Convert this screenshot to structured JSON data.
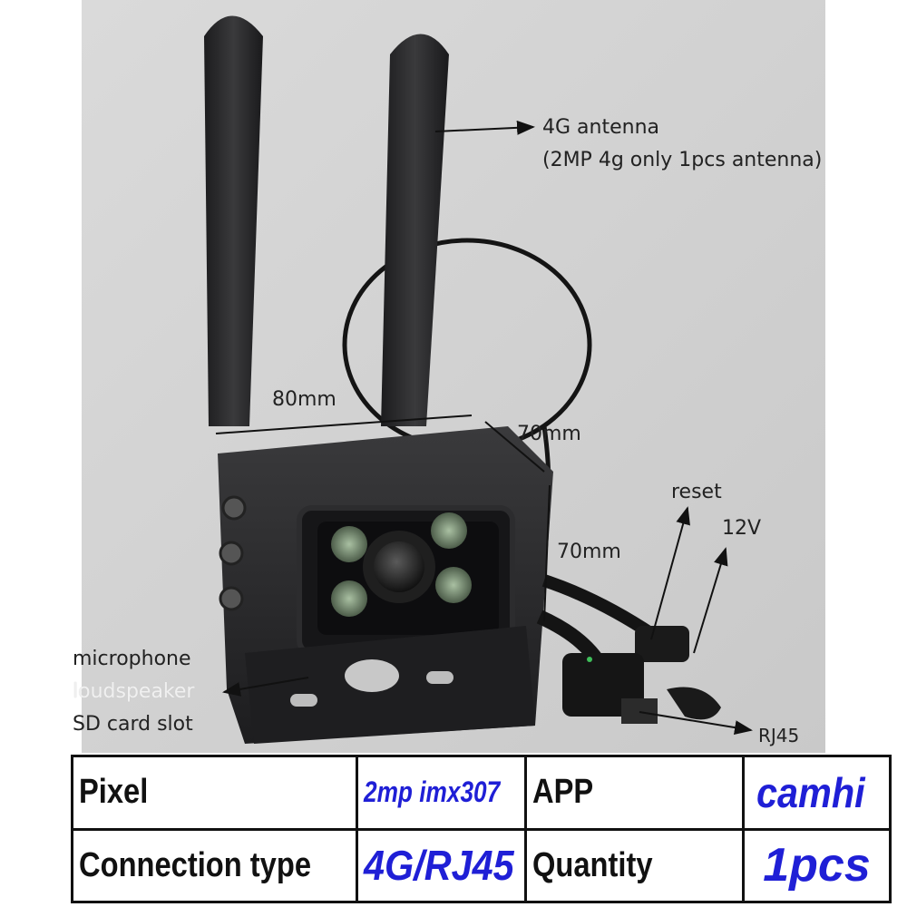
{
  "annotations": {
    "antenna": "4G antenna",
    "antenna_note": "(2MP 4g only 1pcs antenna)",
    "width": "80mm",
    "depth": "70mm",
    "height": "70mm",
    "reset": "reset",
    "power": "12V",
    "microphone": "microphone",
    "loudspeaker": "loudspeaker",
    "sd_card": "SD card slot",
    "rj45": "RJ45"
  },
  "specs": {
    "pixel_label": "Pixel",
    "pixel_value": "2mp imx307",
    "app_label": "APP",
    "app_value": "camhi",
    "connection_label": "Connection type",
    "connection_value": "4G/RJ45",
    "quantity_label": "Quantity",
    "quantity_value": "1pcs"
  },
  "colors": {
    "background": "#d6d6d6",
    "camera_body": "#262628",
    "value_text": "#1f1fd6",
    "ir_led": "#6f8f6a"
  }
}
